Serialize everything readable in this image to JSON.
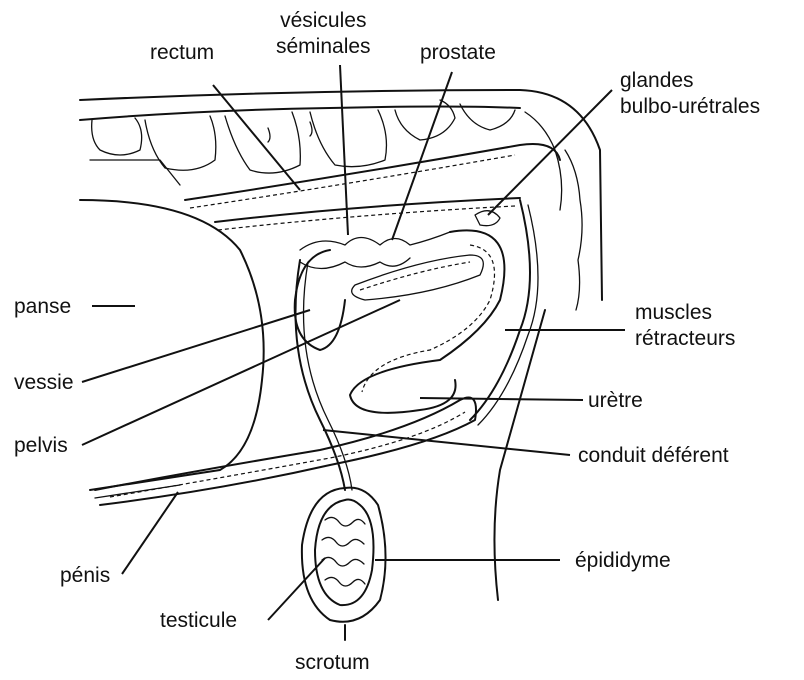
{
  "labels": {
    "rectum": "rectum",
    "vesicules_line1": "vésicules",
    "vesicules_line2": "séminales",
    "prostate": "prostate",
    "glandes_line1": "glandes",
    "glandes_line2": "bulbo-urétrales",
    "panse": "panse",
    "muscles_line1": "muscles",
    "muscles_line2": "rétracteurs",
    "vessie": "vessie",
    "uretre": "urètre",
    "pelvis": "pelvis",
    "conduit": "conduit déférent",
    "penis": "pénis",
    "epididyme": "épididyme",
    "testicule": "testicule",
    "scrotum": "scrotum"
  }
}
